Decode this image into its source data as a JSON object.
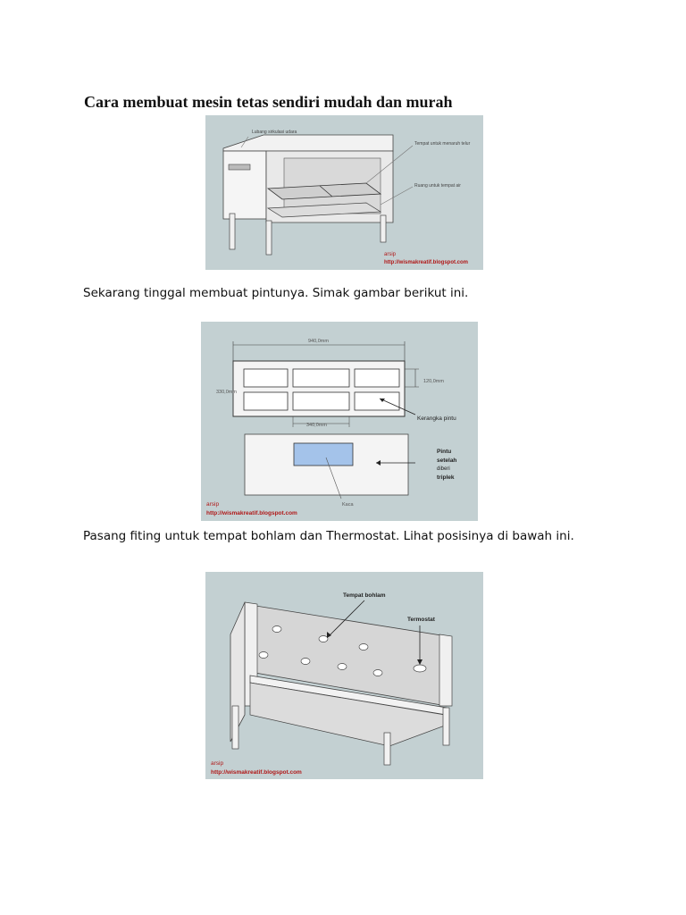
{
  "document": {
    "title": "Cara membuat mesin tetas sendiri mudah dan murah",
    "paragraph1": "Sekarang tinggal membuat pintunya. Simak gambar berikut ini.",
    "paragraph2": "Pasang fiting untuk tempat bohlam dan Thermostat. Lihat posisinya di bawah ini."
  },
  "figure1": {
    "label_top_left": "Lubang sirkulasi udara",
    "label_right_1": "Tempat untuk menaruh telur",
    "label_right_2": "Ruang untuk tempat air",
    "credit_1": "arsip",
    "credit_2": "http://wismakreatif.blogspot.com"
  },
  "figure2": {
    "dim_width": "940,0mm",
    "dim_height": "330,0mm",
    "dim_inner": "120,0mm",
    "dim_bottom": "340,0mm",
    "label_frame": "Kerangka pintu",
    "label_door_1": "Pintu",
    "label_door_2": "setelah",
    "label_door_3": "diberi",
    "label_door_4": "triplek",
    "label_glass": "Kaca",
    "credit_1": "arsip",
    "credit_2": "http://wismakreatif.blogspot.com"
  },
  "figure3": {
    "label_bulb": "Tempat bohlam",
    "label_thermo": "Termostat",
    "credit_1": "arsip",
    "credit_2": "http://wismakreatif.blogspot.com"
  }
}
